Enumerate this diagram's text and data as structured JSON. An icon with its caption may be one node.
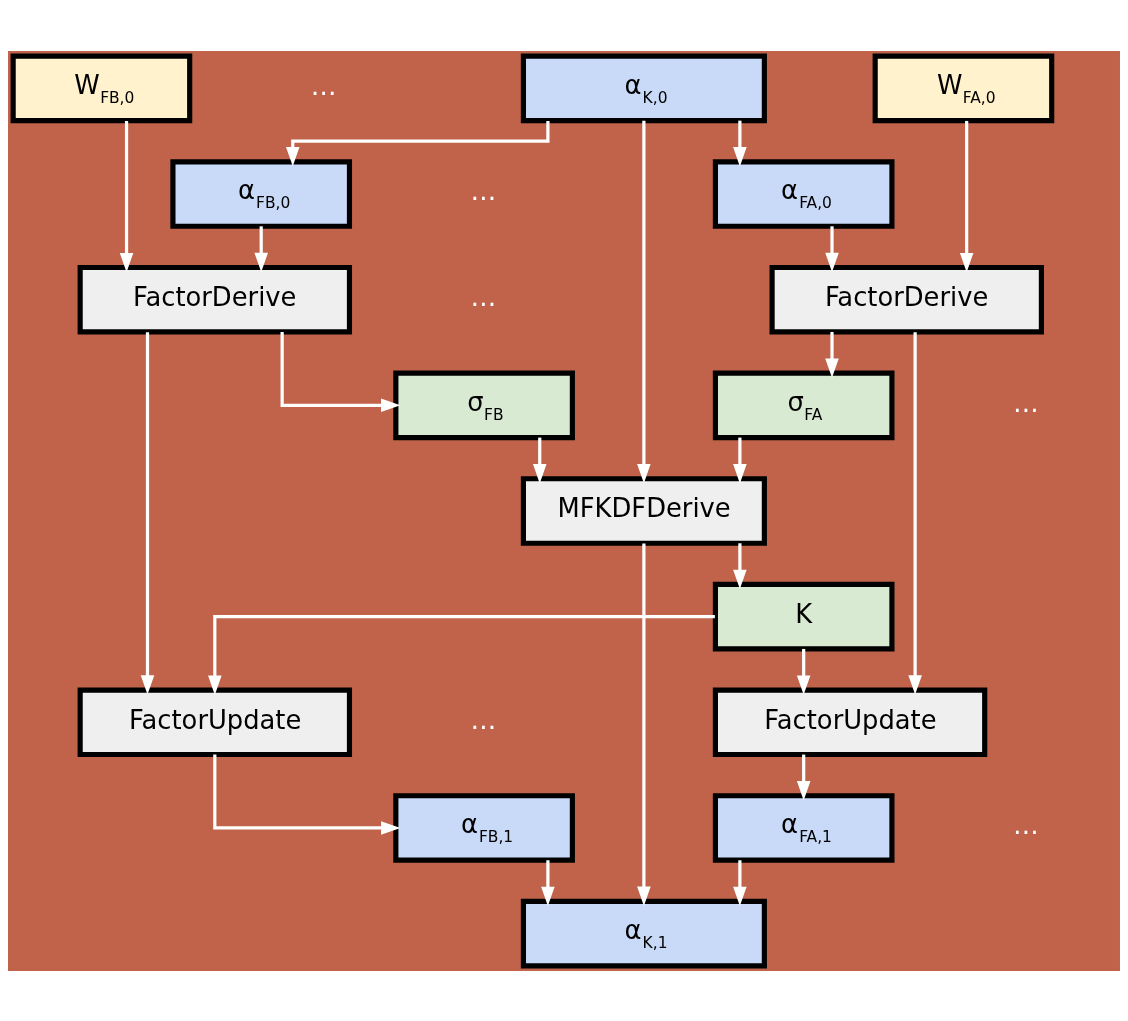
{
  "diagram": {
    "nodes": [
      {
        "text": [
          "α$_{K,0}$"
        ]
      },
      {
        "text": [
          "W$_{FA,0}$"
        ]
      },
      {
        "text": [
          "W$_{FB,0}$"
        ]
      },
      {
        "text": [
          "α$_{FA,0}$"
        ]
      },
      {
        "text": [
          "α$_{FB,0}$"
        ]
      },
      {
        "text": [
          "FactorDerive"
        ]
      },
      {
        "text": [
          "FactorDerive"
        ]
      },
      {
        "text": [
          "σ$_{FA}$"
        ]
      },
      {
        "text": [
          "σ$_{FB}$"
        ]
      },
      {
        "text": [
          "MFKDFDerive"
        ]
      },
      {
        "text": [
          "K"
        ]
      },
      {
        "text": [
          "FactorUpdate"
        ]
      },
      {
        "text": [
          "FactorUpdate"
        ]
      },
      {
        "text": [
          "α$_{FA,1}$"
        ]
      },
      {
        "text": [
          "α$_{FB,1}$"
        ]
      },
      {
        "text": [
          "α$_{K,1}$"
        ]
      }
    ],
    "edges": [
      {
        "from": 0,
        "to": 3,
        "arrow": "to"
      },
      {
        "from": 0,
        "to": 4,
        "arrow": "to"
      },
      {
        "from": 0,
        "to": 9,
        "arrow": "to"
      },
      {
        "from": 1,
        "to": 5,
        "arrow": "to"
      },
      {
        "from": 2,
        "to": 6,
        "arrow": "to"
      },
      {
        "from": 3,
        "to": 5,
        "arrow": "to"
      },
      {
        "from": 4,
        "to": 6,
        "arrow": "to"
      },
      {
        "from": 5,
        "to": 7,
        "arrow": "to"
      },
      {
        "from": 6,
        "to": 8,
        "arrow": "to"
      },
      {
        "from": 5,
        "to": 11,
        "arrow": "to"
      },
      {
        "from": 6,
        "to": 12,
        "arrow": "to"
      },
      {
        "from": 7,
        "to": 9,
        "arrow": "to"
      },
      {
        "from": 8,
        "to": 9,
        "arrow": "to"
      },
      {
        "from": 9,
        "to": 10,
        "arrow": "to"
      },
      {
        "from": 9,
        "to": 15,
        "arrow": "to"
      },
      {
        "from": 10,
        "to": 11,
        "arrow": "to"
      },
      {
        "from": 10,
        "to": 12,
        "arrow": "to"
      },
      {
        "from": 11,
        "to": 13,
        "arrow": "to"
      },
      {
        "from": 12,
        "to": 14,
        "arrow": "to"
      },
      {
        "from": 13,
        "to": 15,
        "arrow": "to"
      },
      {
        "from": 14,
        "to": 15,
        "arrow": "to"
      }
    ],
    "labels": [
      "…",
      "…",
      "…",
      "…",
      "…",
      "…"
    ]
  }
}
